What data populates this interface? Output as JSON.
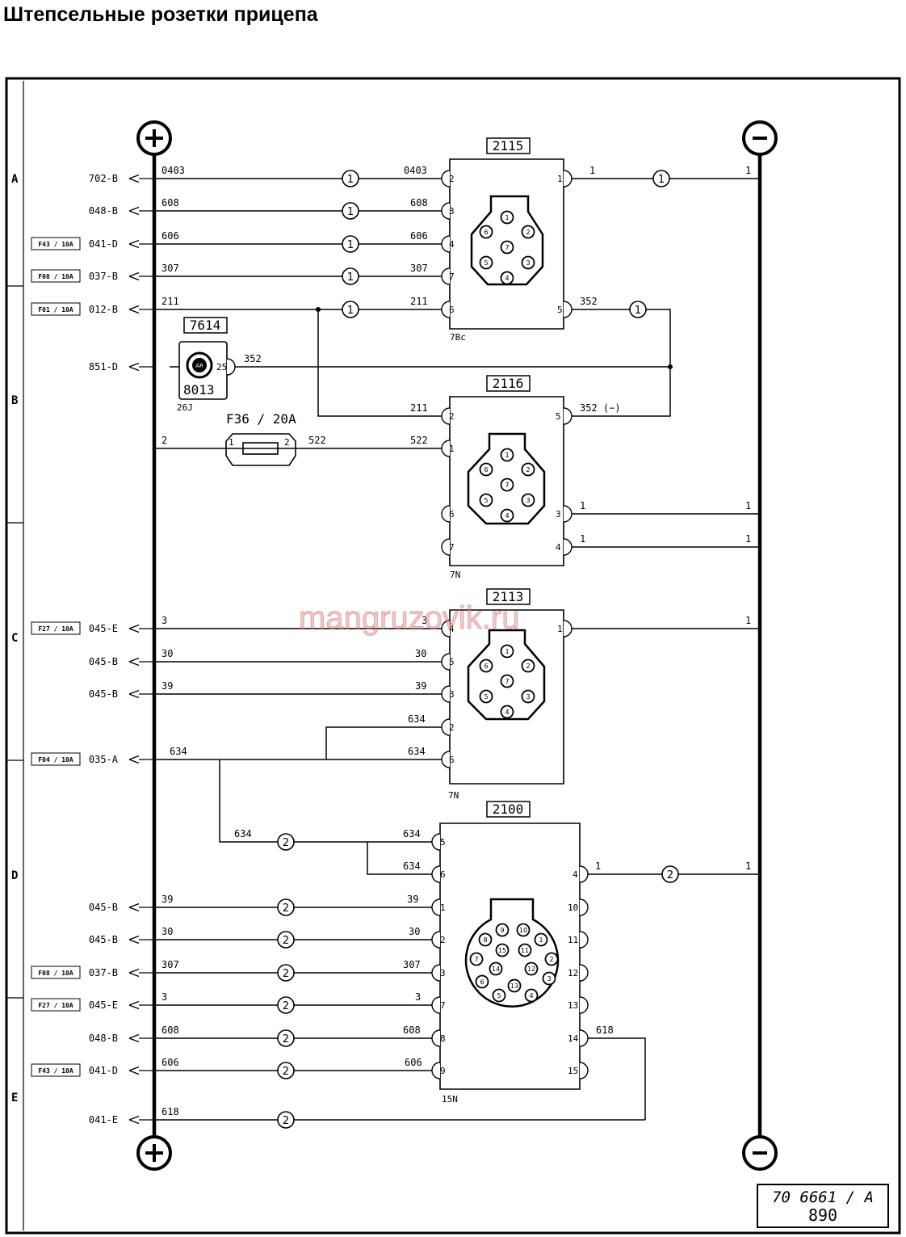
{
  "title": "Штепсельные розетки прицепа",
  "zones": [
    "A",
    "B",
    "C",
    "D",
    "E"
  ],
  "rails": {
    "positive": "+",
    "negative": "−"
  },
  "watermark": "mangruzovik.ru",
  "stamp": {
    "line1": "70 6661 / A",
    "line2": "890"
  },
  "left_refs": {
    "r702": "702-B",
    "r048a": "048-B",
    "r041a": "041-D",
    "r037a": "037-B",
    "r012": "012-B",
    "r851": "851-D",
    "r045e1": "045-E",
    "r045b1": "045-B",
    "r045b2": "045-B",
    "r035": "035-A",
    "r045b3": "045-B",
    "r045b4": "045-B",
    "r037b": "037-B",
    "r045e2": "045-E",
    "r048b": "048-B",
    "r041b": "041-D",
    "r041e": "041-E"
  },
  "fuse_tags": {
    "f43a": "F43 / 10A",
    "f08a": "F08 / 10A",
    "f01": "F01 / 10A",
    "f27a": "F27 / 10A",
    "f04": "F04 / 10A",
    "f08b": "F08 / 10A",
    "f27b": "F27 / 10A",
    "f43b": "F43 / 10A"
  },
  "bubbles": {
    "one": "1",
    "two": "2"
  },
  "component_7614": {
    "id": "7614",
    "sub": "8013",
    "code": "26J",
    "pin": "25",
    "symbol": "AR"
  },
  "fuse_f36": {
    "label": "F36 / 20A",
    "pin1": "1",
    "pin2": "2"
  },
  "connectors": {
    "c2115": {
      "id": "2115",
      "code": "7Bc"
    },
    "c2116": {
      "id": "2116",
      "code": "7N"
    },
    "c2113": {
      "id": "2113",
      "code": "7N"
    },
    "c2100": {
      "id": "2100",
      "code": "15N"
    }
  },
  "wires": {
    "w0403": "0403",
    "w608": "608",
    "w606": "606",
    "w307": "307",
    "w211": "211",
    "w352": "352",
    "w2": "2",
    "w522": "522",
    "w1": "1",
    "w352neg": "352  (−)",
    "w3": "3",
    "w30": "30",
    "w39": "39",
    "w634": "634",
    "w618": "618"
  },
  "pin_numbers": {
    "p1": "1",
    "p2": "2",
    "p3": "3",
    "p4": "4",
    "p5": "5",
    "p6": "6",
    "p7": "7",
    "p8": "8",
    "p9": "9",
    "p10": "10",
    "p11": "11",
    "p12": "12",
    "p13": "13",
    "p14": "14",
    "p15": "15"
  }
}
